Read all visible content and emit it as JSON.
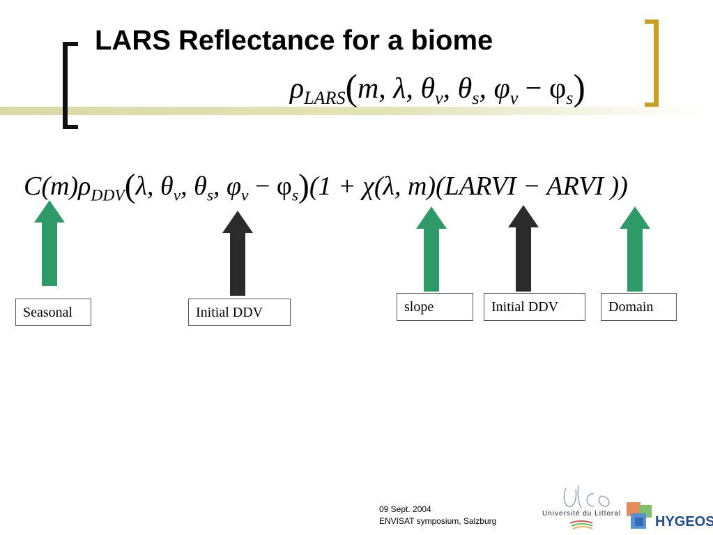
{
  "slide": {
    "title": "LARS Reflectance for a biome"
  },
  "formulas": {
    "lars": {
      "rho": "ρ",
      "rho_sub": "LARS",
      "open": "(",
      "args_start": "m, λ, θ",
      "sub_v1": "v",
      "sep1": ", θ",
      "sub_s1": "s",
      "sep2": ", φ",
      "sub_v2": "v",
      "minus": " − φ",
      "sub_s2": "s",
      "close": ")"
    },
    "main": {
      "c_part": "C(m)ρ",
      "rho_sub": "DDV",
      "open": "(",
      "lambda_theta": "λ, θ",
      "sub_v1": "v",
      "sep1": ", θ",
      "sub_s1": "s",
      "sep2": ", φ",
      "sub_v2": "v",
      "minus": " − φ",
      "sub_s2": "s",
      "close": ")",
      "rest": "(1 + χ(λ, m)(LARVI − ARVI ))"
    }
  },
  "labels": [
    {
      "text": "Seasonal",
      "color": "#2e9a68"
    },
    {
      "text": "Initial DDV",
      "color": "#2b2b2b"
    },
    {
      "text": "slope",
      "color": "#2e9a68"
    },
    {
      "text": "Initial DDV",
      "color": "#2b2b2b"
    },
    {
      "text": "Domain",
      "color": "#2e9a68"
    }
  ],
  "footer": {
    "date": "09 Sept. 2004",
    "event": "ENVISAT symposium, Salzburg"
  },
  "logos": {
    "ulco": "Université du Littoral",
    "hygeos": "HYGEOS"
  },
  "colors": {
    "green_arrow": "#2e9a68",
    "dark_arrow": "#2b2b2b",
    "right_bracket": "#c9a01d",
    "title_band": "#d9d9a6"
  }
}
